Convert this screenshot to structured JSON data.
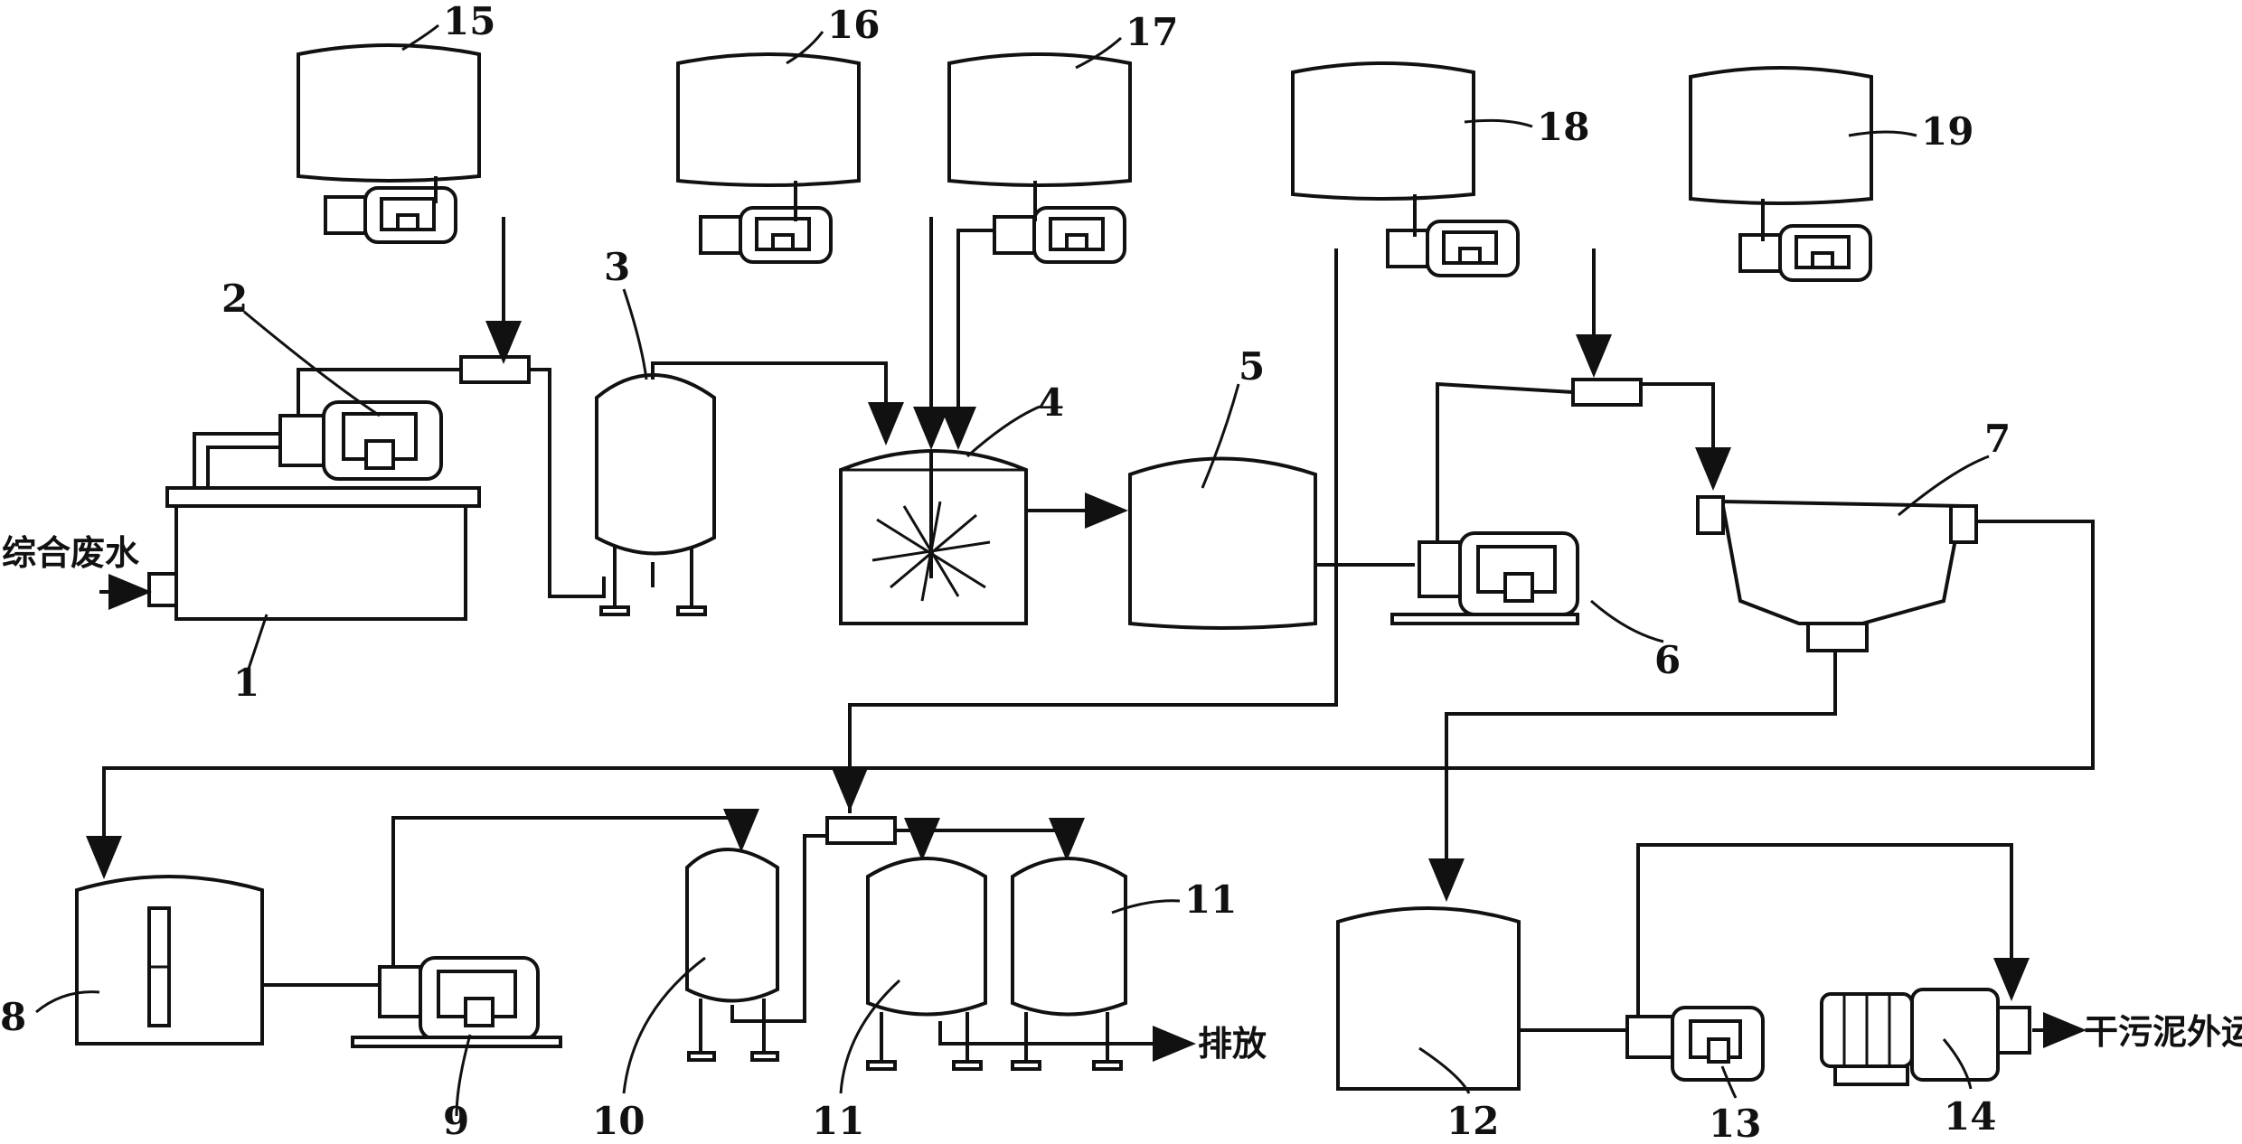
{
  "labels": {
    "n1": "1",
    "n2": "2",
    "n3": "3",
    "n4": "4",
    "n5": "5",
    "n6": "6",
    "n7": "7",
    "n8": "8",
    "n9": "9",
    "n10": "10",
    "n11a": "11",
    "n11b": "11",
    "n12": "12",
    "n13": "13",
    "n14": "14",
    "n15": "15",
    "n16": "16",
    "n17": "17",
    "n18": "18",
    "n19": "19"
  },
  "text": {
    "inlet": "综合废水",
    "discharge": "排放",
    "sludge_out": "干污泥外运"
  },
  "colors": {
    "line": "#111111",
    "fill": "#ffffff"
  }
}
